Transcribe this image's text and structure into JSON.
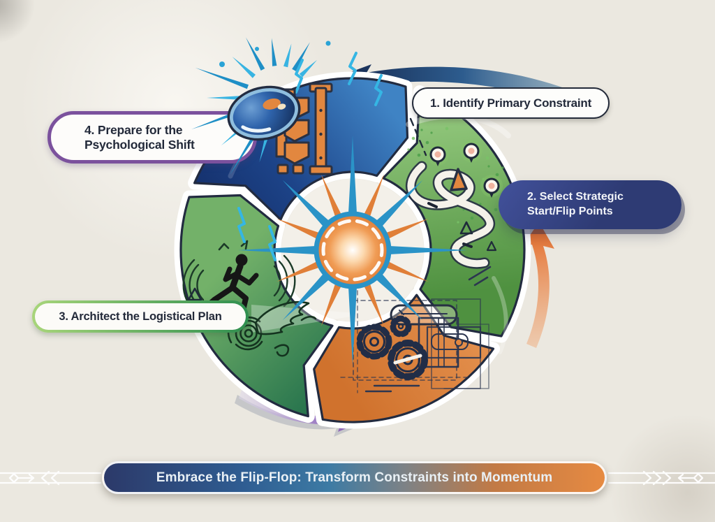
{
  "banner": {
    "text": "Embrace the Flip-Flop: Transform Constraints into Momentum"
  },
  "steps": [
    {
      "label": "1. Identify Primary Constraint",
      "style": "white-pill-dark-outline"
    },
    {
      "label": "2. Select Strategic Start/Flip Points",
      "line1": "2. Select Strategic",
      "line2": "Start/Flip Points",
      "style": "navy-filled-pill"
    },
    {
      "label": "3. Architect the Logistical Plan",
      "style": "white-pill-green-outline"
    },
    {
      "label": "4. Prepare for the Psychological Shift",
      "line1": "4. Prepare for the",
      "line2": "Psychological Shift",
      "style": "white-pill-purple-outline"
    }
  ],
  "icons": {
    "center": "sun-burst-icon",
    "segment_top": "signal-machine-icon",
    "segment_right": "winding-path-pins-icon",
    "segment_bottom_right": "gears-blueprint-icon",
    "segment_bottom_left": "runner-winged-wheel-icon",
    "lens": "blue-lens-icon",
    "arrows": [
      "top-navy-swoosh-arrow",
      "left-orange-swoosh-arrow",
      "right-orange-swoosh-arrow",
      "bottom-purple-swoosh-arrow"
    ]
  },
  "colors": {
    "background": "#ebe8e0",
    "outline": "#222b40",
    "segment_blue": [
      "#132c66",
      "#3f83c4"
    ],
    "segment_green_right": [
      "#93c87d",
      "#4f9140"
    ],
    "segment_orange": [
      "#ea9a58",
      "#d0722d"
    ],
    "segment_green_left": [
      "#73b169",
      "#1f6d4a"
    ],
    "accent_purple": "#7b519d",
    "accent_green": "#2f8f4f",
    "accent_navy": "#2e3b74",
    "accent_orange": "#e2873f",
    "accent_blue": "#2a93c7"
  }
}
